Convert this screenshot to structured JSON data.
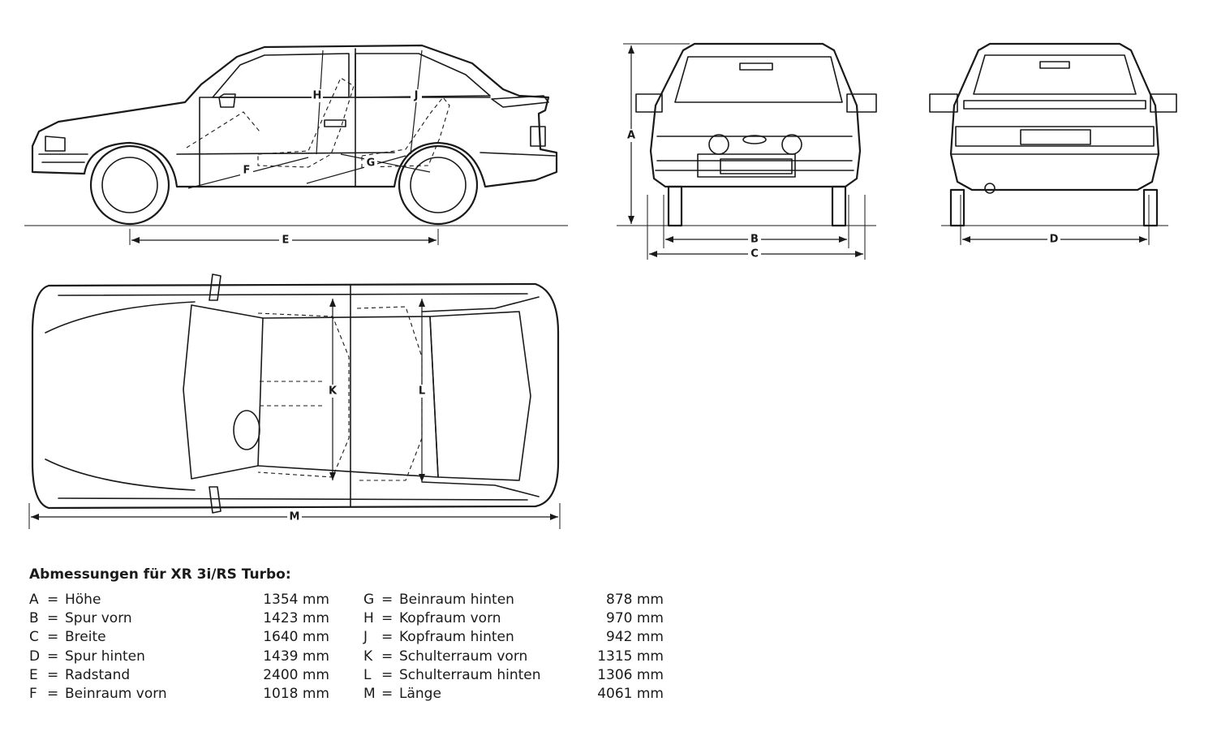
{
  "caption": {
    "title": "Abmessungen für XR 3i/RS Turbo:"
  },
  "dimension_labels": [
    "A",
    "B",
    "C",
    "D",
    "E",
    "F",
    "G",
    "H",
    "J",
    "K",
    "L",
    "M"
  ],
  "specs_left": [
    {
      "key": "A",
      "eq": "=",
      "name": "Höhe",
      "value": "1354 mm"
    },
    {
      "key": "B",
      "eq": "=",
      "name": "Spur vorn",
      "value": "1423 mm"
    },
    {
      "key": "C",
      "eq": "=",
      "name": "Breite",
      "value": "1640 mm"
    },
    {
      "key": "D",
      "eq": "=",
      "name": "Spur hinten",
      "value": "1439 mm"
    },
    {
      "key": "E",
      "eq": "=",
      "name": "Radstand",
      "value": "2400 mm"
    },
    {
      "key": "F",
      "eq": "=",
      "name": "Beinraum vorn",
      "value": "1018 mm"
    }
  ],
  "specs_right": [
    {
      "key": "G",
      "eq": "=",
      "name": "Beinraum hinten",
      "value": "878 mm"
    },
    {
      "key": "H",
      "eq": "=",
      "name": "Kopfraum vorn",
      "value": "970 mm"
    },
    {
      "key": "J",
      "eq": "=",
      "name": "Kopfraum hinten",
      "value": "942 mm"
    },
    {
      "key": "K",
      "eq": "=",
      "name": "Schulterraum vorn",
      "value": "1315 mm"
    },
    {
      "key": "L",
      "eq": "=",
      "name": "Schulterraum hinten",
      "value": "1306 mm"
    },
    {
      "key": "M",
      "eq": "=",
      "name": "Länge",
      "value": "4061 mm"
    }
  ]
}
